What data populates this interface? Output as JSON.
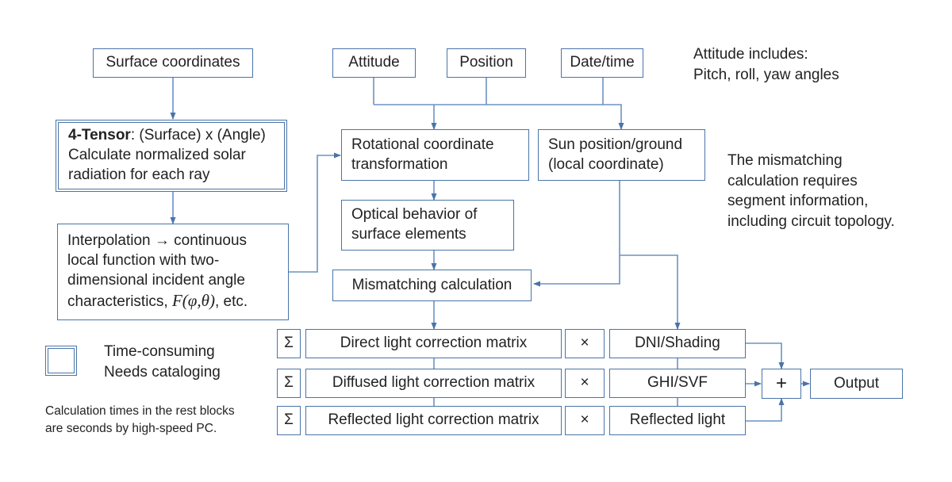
{
  "diagram": {
    "surface_coordinates": "Surface coordinates",
    "attitude": "Attitude",
    "position": "Position",
    "date_time": "Date/time",
    "attitude_note": {
      "line1": "Attitude includes:",
      "line2": "Pitch, roll, yaw angles"
    },
    "tensor": {
      "bold": "4-Tensor",
      "line1_rest": ": (Surface) x (Angle)",
      "line2": "Calculate normalized solar",
      "line3": "radiation for each ray"
    },
    "rotational": {
      "line1": "Rotational coordinate",
      "line2": "transformation"
    },
    "sun_position": {
      "line1": "Sun position/ground",
      "line2": "(local coordinate)"
    },
    "mismatch_note": {
      "line1": "The mismatching",
      "line2": "calculation requires",
      "line3": "segment information,",
      "line4": "including circuit topology."
    },
    "optical": {
      "line1": "Optical behavior of",
      "line2": "surface elements"
    },
    "interpolation": {
      "line1": "Interpolation → continuous",
      "line2": "local function with two-",
      "line3": "dimensional incident angle",
      "line4_start": "characteristics, ",
      "formula": "F(φ,θ)",
      "line4_end": ", etc."
    },
    "mismatching_calc": "Mismatching calculation",
    "legend": {
      "line1": "Time-consuming",
      "line2": "Needs cataloging"
    },
    "calc_note": {
      "line1": "Calculation times in the rest blocks",
      "line2": "are seconds by high-speed PC."
    },
    "sigma": "Σ",
    "times": "×",
    "plus": "+",
    "direct_matrix": "Direct light correction matrix",
    "diffused_matrix": "Diffused light correction matrix",
    "reflected_matrix": "Reflected light correction matrix",
    "dni": "DNI/Shading",
    "ghi": "GHI/SVF",
    "reflected_light": "Reflected light",
    "output": "Output"
  },
  "colors": {
    "border": "#4a74a8",
    "connector": "#6c93c4"
  }
}
